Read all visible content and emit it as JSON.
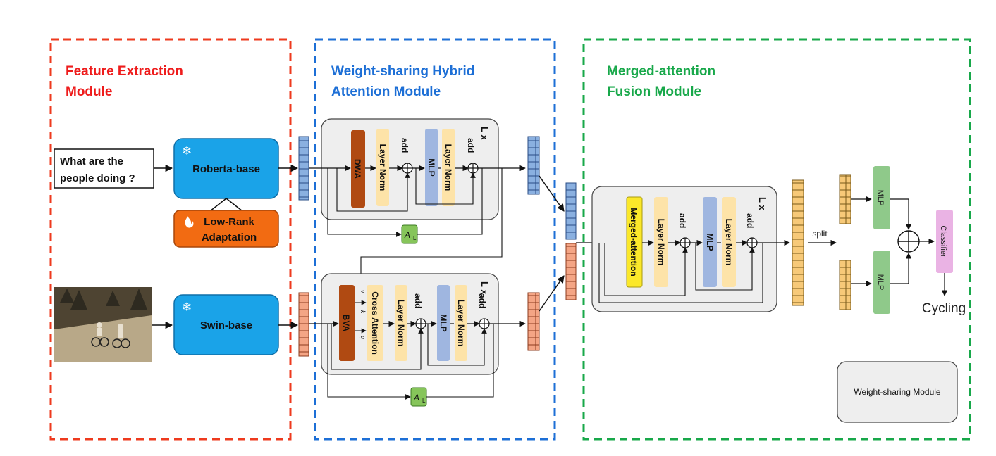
{
  "colors": {
    "red": "#ee3a1e",
    "blue": "#1d6fd6",
    "green": "#18a84a",
    "encoder": "#1aa3e8",
    "lora": "#f26b12",
    "attn_core": "#b04a12",
    "norm": "#fde3a8",
    "mlp": "#9fb6e0",
    "merged": "#fbe82a",
    "ad": "#86c55a",
    "mlp_green": "#8fc98a",
    "classifier": "#eab3e4",
    "panel": "#eeeeee",
    "text_token": "#8ab0e0",
    "image_token": "#f4a585",
    "merged_token": "#f7c978"
  },
  "modules": {
    "feature_extraction": {
      "title_line1": "Feature Extraction",
      "title_line2": "Module"
    },
    "hybrid_attention": {
      "title_line1": "Weight-sharing Hybrid",
      "title_line2": "Attention Module"
    },
    "merged_fusion": {
      "title_line1": "Merged-attention",
      "title_line2": "Fusion Module"
    }
  },
  "inputs": {
    "question_line1": "What are the",
    "question_line2": "people doing ?",
    "image_icon": "cyclists-photo-icon"
  },
  "encoders": {
    "text": "Roberta-base",
    "image": "Swin-base",
    "lora_line1": "Low-Rank",
    "lora_line2": "Adaptation",
    "frozen_icon": "snowflake-icon",
    "trainable_icon": "flame-icon"
  },
  "text_block": {
    "attn": "DWA",
    "norm1": "Layer Norm",
    "add1": "add",
    "mlp": "MLP",
    "norm2": "Layer Norm",
    "add2": "add",
    "repeat": "L x",
    "adapter": "A",
    "adapter_sub": "L"
  },
  "image_block": {
    "attn": "BVA",
    "cross": "Cross Attention",
    "norm1": "Layer Norm",
    "add1": "add",
    "mlp": "MLP",
    "norm2": "Layer Norm",
    "add2": "add",
    "repeat": "L x",
    "v_label": "v",
    "k_label": "k",
    "q_label": "q",
    "adapter": "A",
    "adapter_sub": "L"
  },
  "fusion_block": {
    "attn": "Merged-attention",
    "norm1": "Layer Norm",
    "add1": "add",
    "mlp": "MLP",
    "norm2": "Layer Norm",
    "add2": "add",
    "repeat": "L x"
  },
  "head": {
    "split": "split",
    "mlp_top": "MLP",
    "mlp_bottom": "MLP",
    "classifier": "Classifier",
    "output": "Cycling"
  },
  "legend": {
    "weight_sharing": "Weight-sharing Module"
  }
}
